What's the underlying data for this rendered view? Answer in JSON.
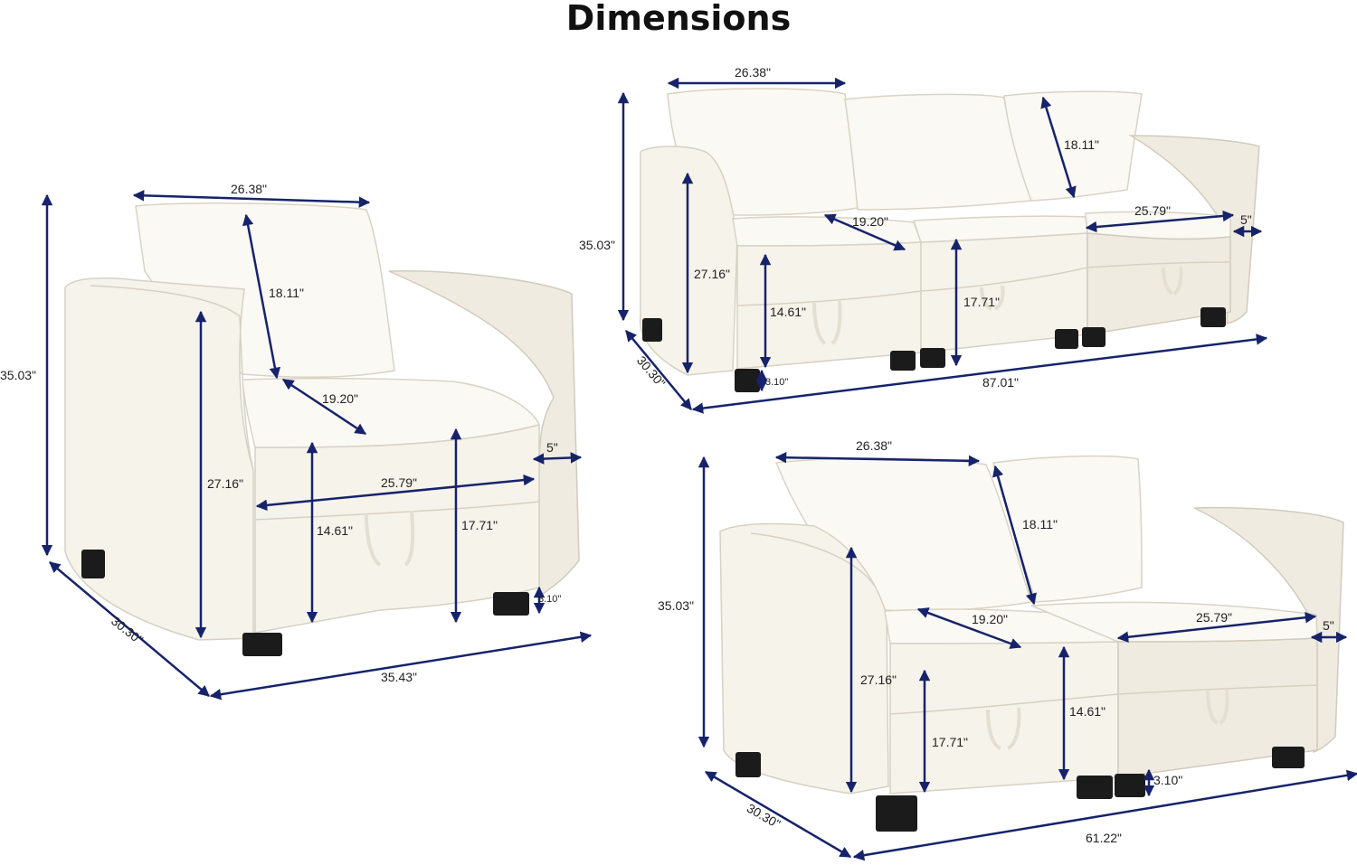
{
  "title": "Dimensions",
  "chair": {
    "back_width": "26.38\"",
    "back_height": "18.11\"",
    "seat_depth": "19.20\"",
    "seat_width": "25.79\"",
    "arm_width": "5\"",
    "arm_height": "27.16\"",
    "seat_height": "14.61\"",
    "drawer_height": "17.71\"",
    "leg_height": "3.10\"",
    "total_height": "35.03\"",
    "total_depth": "30.30\"",
    "total_width": "35.43\""
  },
  "sofa": {
    "back_width": "26.38\"",
    "back_height": "18.11\"",
    "total_height": "35.03\"",
    "seat_depth": "19.20\"",
    "seat_width": "25.79\"",
    "arm_width": "5\"",
    "arm_height": "27.16\"",
    "drawer_height": "17.71\"",
    "seat_height": "14.61\"",
    "leg_height": "3.10\"",
    "total_depth": "30.30\"",
    "total_width": "87.01\""
  },
  "loveseat": {
    "back_width": "26.38\"",
    "back_height": "18.11\"",
    "total_height": "35.03\"",
    "seat_depth": "19.20\"",
    "seat_width": "25.79\"",
    "arm_width": "5\"",
    "arm_height": "27.16\"",
    "seat_height": "14.61\"",
    "drawer_height": "17.71\"",
    "leg_height": "3.10\"",
    "total_depth": "30.30\"",
    "total_width": "61.22\""
  },
  "colors": {
    "dimension_line": "#16236b",
    "upholstery": "#f6f3ea",
    "legs": "#1b1b1b"
  }
}
